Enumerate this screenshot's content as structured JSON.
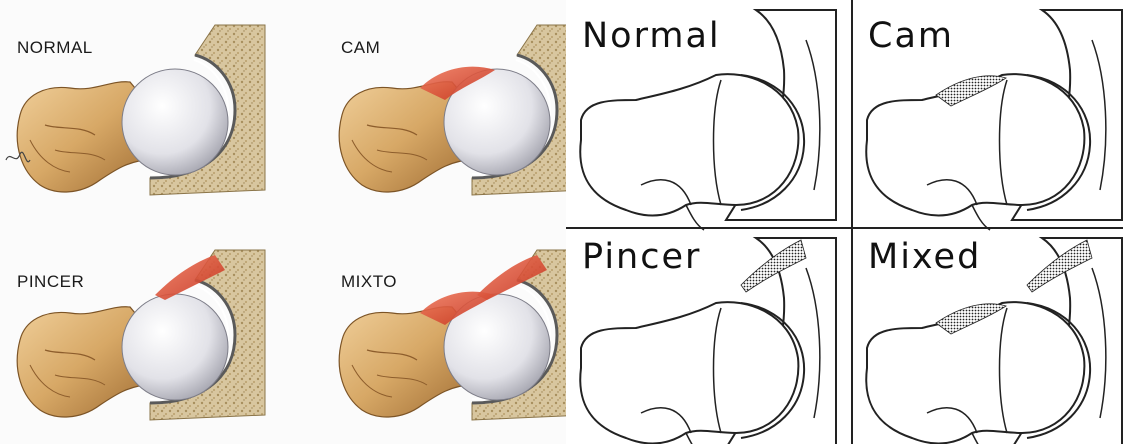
{
  "left_labels": {
    "normal": "NORMAL",
    "cam": "CAM",
    "pincer": "PINCER",
    "mixed": "MIXTO"
  },
  "right_labels": {
    "normal": "Normal",
    "cam": "Cam",
    "pincer": "Pincer",
    "mixed": "Mixed"
  },
  "colors": {
    "bone": "#d9b078",
    "bone_dark": "#a9783e",
    "pelvis": "#d6c49c",
    "lesion": "#d9432b",
    "femoral_head": "#e9e9ee"
  }
}
